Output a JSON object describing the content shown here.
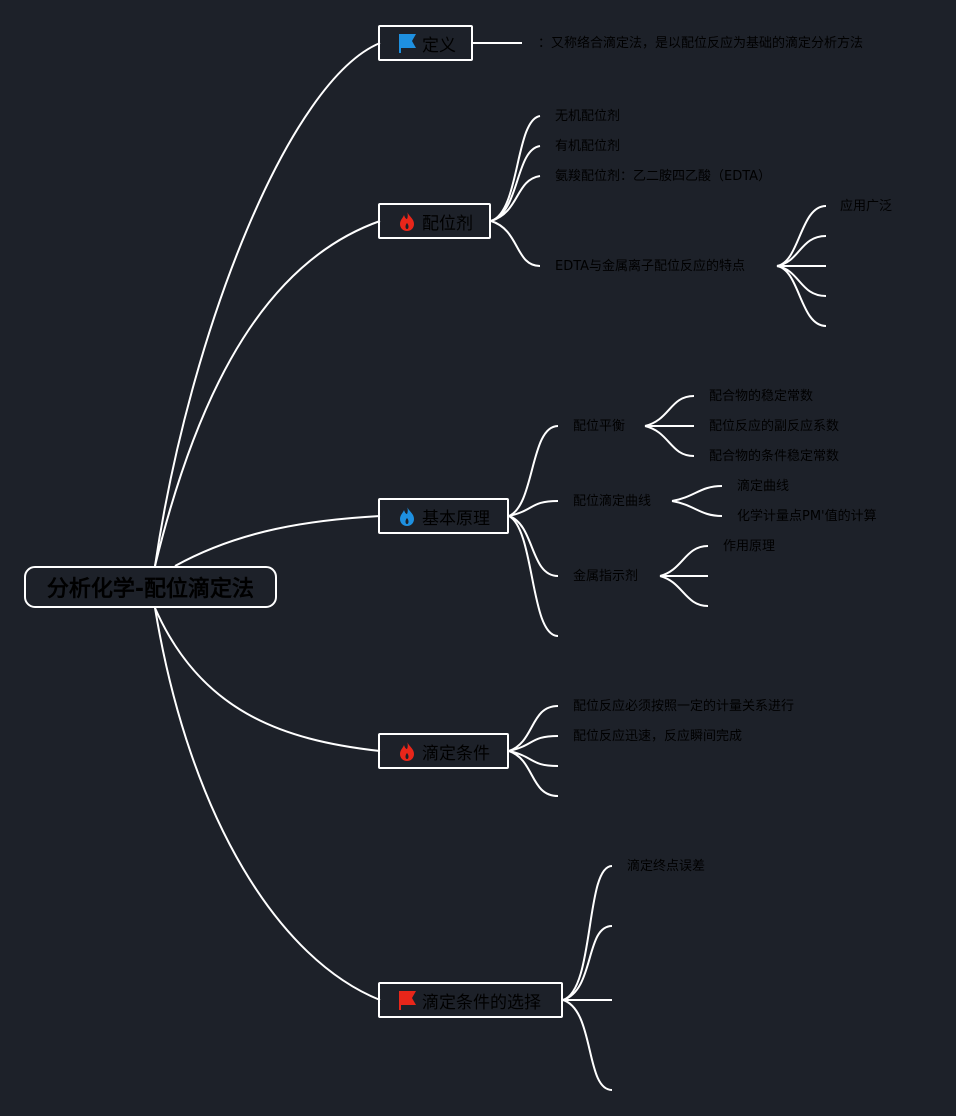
{
  "root": {
    "title": "分析化学-配位滴定法"
  },
  "branches": [
    {
      "label": "定义",
      "icon": "blue-flag-icon"
    },
    {
      "label": "配位剂",
      "icon": "red-fire-icon"
    },
    {
      "label": "基本原理",
      "icon": "blue-fire-icon"
    },
    {
      "label": "滴定条件",
      "icon": "red-fire-icon"
    },
    {
      "label": "滴定条件的选择",
      "icon": "red-flag-icon"
    }
  ],
  "definition": {
    "text": "：又称络合滴定法，是以配位反应为基础的滴定分析方法"
  },
  "agents": {
    "items": [
      "无机配位剂",
      "有机配位剂",
      "氨羧配位剂：乙二胺四乙酸（EDTA）",
      "EDTA与金属离子配位反应的特点"
    ],
    "edta_features": [
      "应用广泛"
    ]
  },
  "principle": {
    "items": [
      "配位平衡",
      "配位滴定曲线",
      "金属指示剂"
    ],
    "equilibrium": [
      "配合物的稳定常数",
      "配位反应的副反应系数",
      "配合物的条件稳定常数"
    ],
    "curve": [
      "滴定曲线",
      "化学计量点PM'值的计算"
    ],
    "indicator": [
      "作用原理"
    ]
  },
  "conditions": {
    "items": [
      "配位反应必须按照一定的计量关系进行",
      "配位反应迅速，反应瞬间完成"
    ]
  },
  "selection": {
    "items": [
      "滴定终点误差"
    ]
  },
  "colors": {
    "background": "#1d2129",
    "line": "#ffffff",
    "text": "#000000",
    "blue_icon": "#1e90e0",
    "red_icon": "#e8261a"
  }
}
